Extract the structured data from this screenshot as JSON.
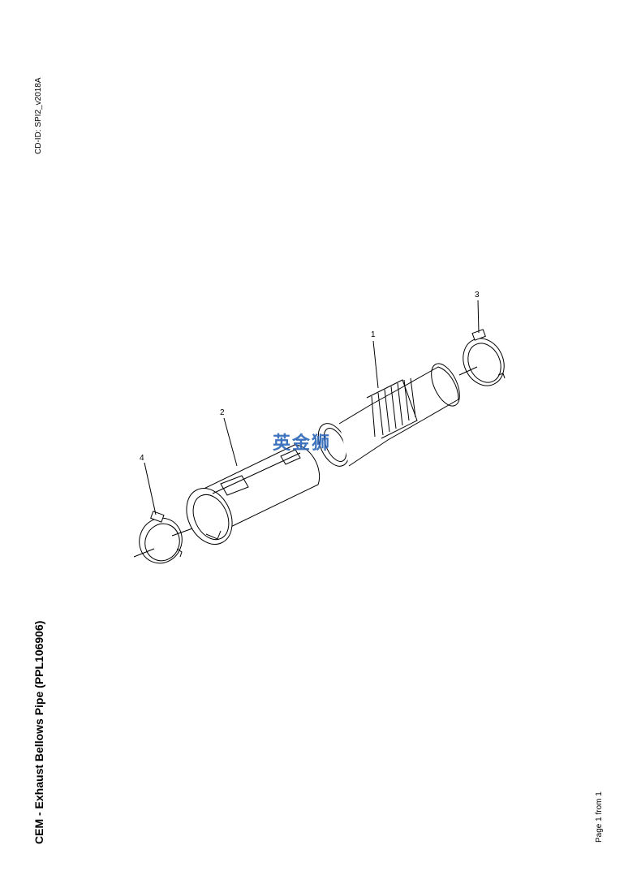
{
  "header": {
    "cd_id": "CD-ID: SPI2_v2018A"
  },
  "document": {
    "title": "CEM - Exhaust Bellows Pipe (PPL106906)"
  },
  "footer": {
    "page": "Page 1 from 1"
  },
  "diagram": {
    "callouts": [
      "1",
      "2",
      "3",
      "4"
    ],
    "parts": [
      "bellows-pipe",
      "pipe",
      "hose-clamp-right",
      "hose-clamp-left"
    ]
  },
  "watermark": {
    "text": "英金狮"
  },
  "colors": {
    "line": "#000000",
    "background": "#ffffff",
    "watermark": "#2a64b8"
  }
}
